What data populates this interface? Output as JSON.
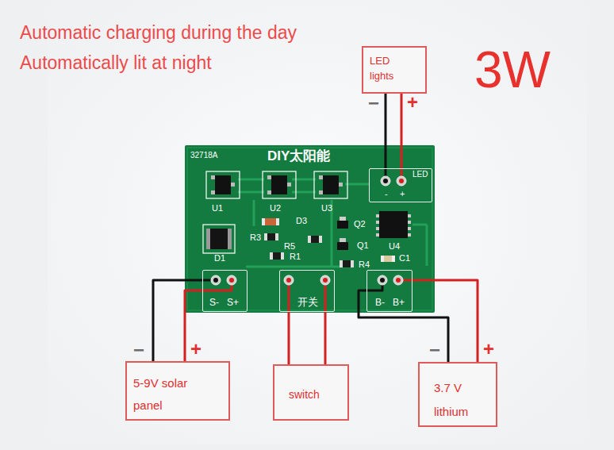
{
  "diagram": {
    "nodes": [
      {
        "text": [
          "LED lights"
        ]
      },
      {
        "text": [
          "32718A",
          "DIY太阳能"
        ]
      },
      {
        "text": [
          "LED",
          "-",
          "+"
        ],
        "in": 1
      },
      {
        "text": [
          "S-",
          "S+"
        ],
        "in": 1
      },
      {
        "text": [
          "开关"
        ],
        "in": 1
      },
      {
        "text": [
          "B-",
          "B+"
        ],
        "in": 1
      },
      {
        "text": [
          "5-9V solar panel"
        ]
      },
      {
        "text": [
          "switch"
        ]
      },
      {
        "text": [
          "3.7 V lithium"
        ]
      }
    ],
    "edges": [
      {
        "from": 2,
        "to": 0,
        "arrow": "none"
      },
      {
        "from": 2,
        "to": 0,
        "arrow": "none"
      },
      {
        "from": 3,
        "to": 6,
        "arrow": "none"
      },
      {
        "from": 3,
        "to": 6,
        "arrow": "none"
      },
      {
        "from": 4,
        "to": 7,
        "arrow": "none"
      },
      {
        "from": 4,
        "to": 7,
        "arrow": "none"
      },
      {
        "from": 5,
        "to": 8,
        "arrow": "none"
      },
      {
        "from": 5,
        "to": 8,
        "arrow": "none"
      }
    ],
    "labels": [
      "Automatic charging during the day",
      "Automatically lit at night",
      "3W",
      "−",
      "+",
      "U1",
      "U2",
      "U3",
      "D3",
      "Q2",
      "R3",
      "R5",
      "Q1",
      "R1",
      "R4",
      "U4",
      "C1",
      "D1",
      "−",
      "+",
      "−",
      "+"
    ]
  }
}
